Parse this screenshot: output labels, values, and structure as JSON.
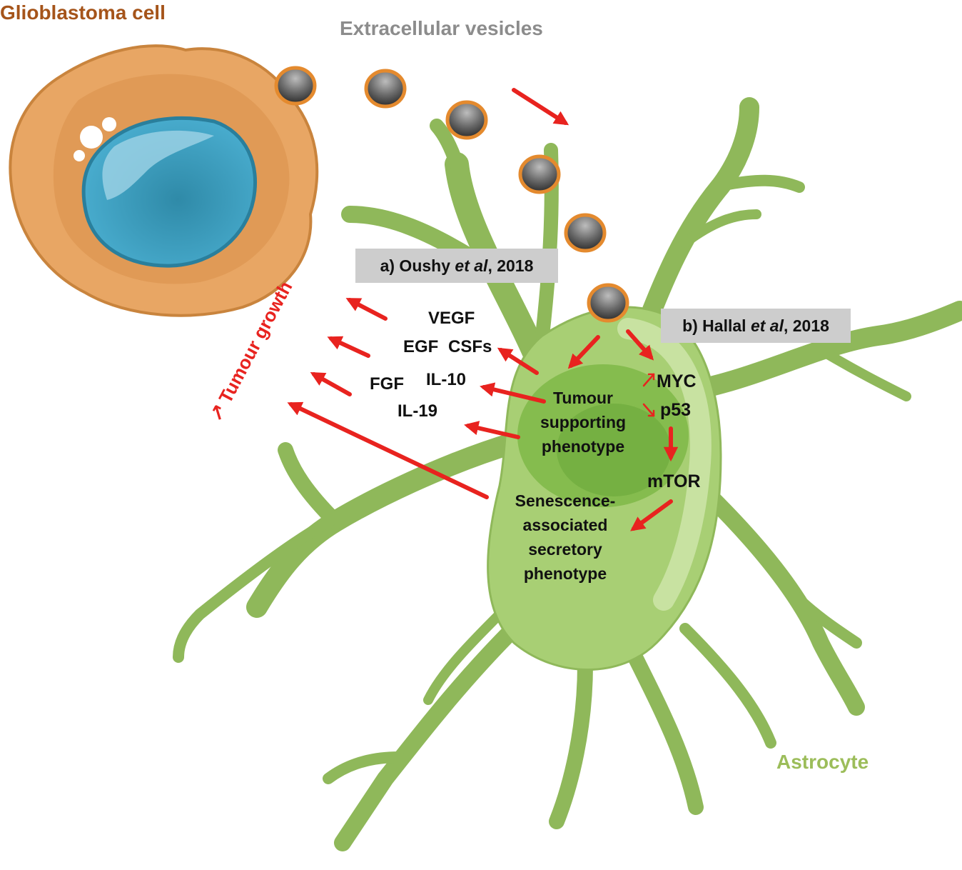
{
  "titles": {
    "glioblastoma": "Glioblastoma cell",
    "vesicles": "Extracellular vesicles",
    "astrocyte": "Astrocyte"
  },
  "references": {
    "oushy": {
      "prefix": "a) Oushy ",
      "etal": "et al",
      "suffix": ", 2018"
    },
    "hallal": {
      "prefix": "b) Hallal ",
      "etal": "et al",
      "suffix": ", 2018"
    }
  },
  "growth_factors": {
    "vegf": "VEGF",
    "egf": "EGF",
    "csfs": "CSFs",
    "fgf": "FGF",
    "il10": "IL-10",
    "il19": "IL-19"
  },
  "tumour_growth": {
    "label": "Tumour growth",
    "arrow": "↗"
  },
  "phenotypes": {
    "tumour_supporting": [
      "Tumour",
      "supporting",
      "phenotype"
    ],
    "senescence": [
      "Senescence-",
      "associated",
      "secretory",
      "phenotype"
    ]
  },
  "pathway": {
    "myc": "MYC",
    "p53": "p53",
    "mtor": "mTOR"
  },
  "colors": {
    "arrow_red": "#e8231f",
    "glioblastoma_title": "#a5541a",
    "vesicles_title": "#8c8c8c",
    "astrocyte_title": "#9cbd5a",
    "astrocyte_fill": "#a8cf74",
    "cell_fill": "#e8a664",
    "nucleus_fill": "#3a9fbe",
    "reference_box": "#cdcdcd"
  }
}
